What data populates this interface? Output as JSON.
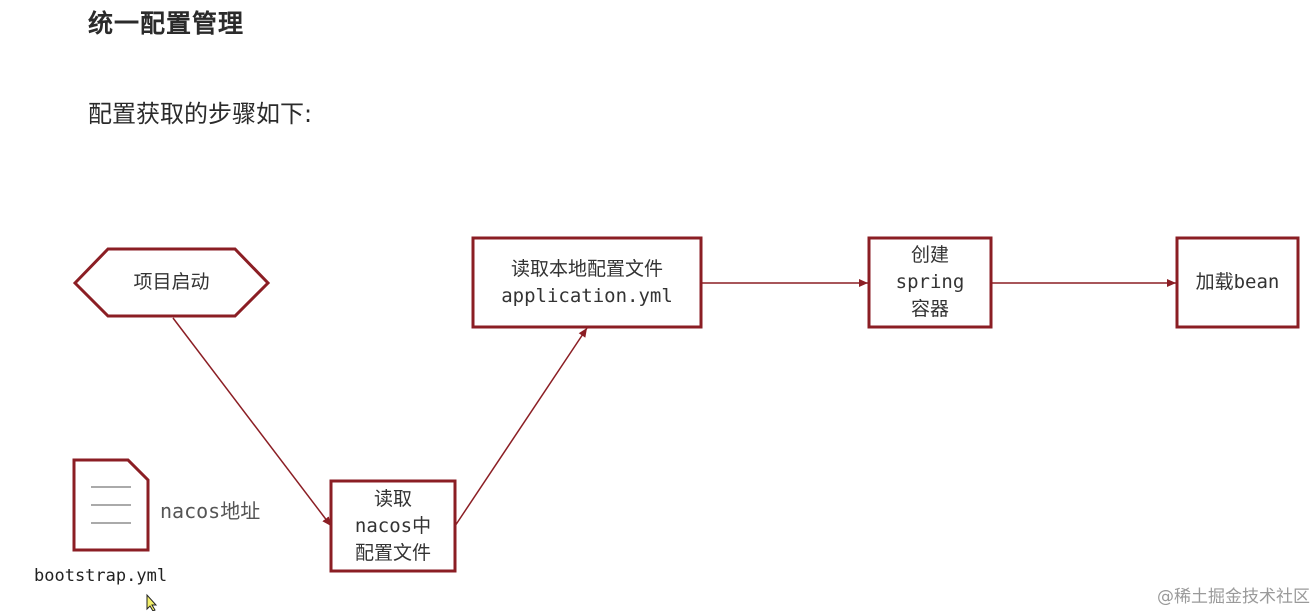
{
  "heading": "统一配置管理",
  "intro": "配置获取的步骤如下:",
  "nodes": {
    "start": {
      "label": "项目启动"
    },
    "read_nacos": {
      "lines": [
        "读取",
        "nacos中",
        "配置文件"
      ]
    },
    "read_local": {
      "lines": [
        "读取本地配置文件",
        "application.yml"
      ]
    },
    "create_container": {
      "lines": [
        "创建",
        "spring",
        "容器"
      ]
    },
    "load_bean": {
      "label": "加载bean"
    }
  },
  "file": {
    "name": "bootstrap.yml",
    "note": "nacos地址"
  },
  "watermark": "@稀土掘金技术社区",
  "colors": {
    "stroke": "#8b1e24",
    "text": "#333333"
  }
}
